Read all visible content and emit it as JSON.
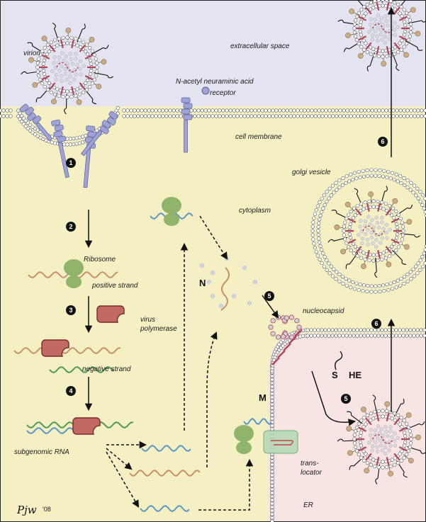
{
  "labels": {
    "virion": "virion",
    "extracellular_space": "extracellular space",
    "n_acetyl": "N-acetyl neuraminic acid",
    "receptor": "receptor",
    "cell_membrane": "cell membrane",
    "golgi_vesicle": "golgi vesicle",
    "cytoplasm": "cytoplasm",
    "ribosome": "Ribosome",
    "positive_strand": "positive strand",
    "virus_polymerase_1": "virus",
    "virus_polymerase_2": "polymerase",
    "negative_strand": "negative strand",
    "subgenomic_rna": "subgenomic RNA",
    "nucleocapsid": "nucleocapsid",
    "n": "N",
    "m": "M",
    "he": "HE",
    "s": "S",
    "translocator_1": "trans-",
    "translocator_2": "locator",
    "er": "ER",
    "signature": "Pjw",
    "signature_year": "'08"
  },
  "steps": [
    "1",
    "2",
    "3",
    "4",
    "5",
    "5",
    "6",
    "6"
  ],
  "colors": {
    "extracellular": "#e3e4f0",
    "cytoplasm": "#f4f0c4",
    "er_lumen": "#f8e4e2",
    "receptor": "#9fa3d6",
    "ribosome": "#8fb46a",
    "polymerase": "#c16a63",
    "rna_positive": "#c98f71",
    "rna_negative": "#4f9a54",
    "rna_blue": "#5d97c4",
    "spike_red": "#b34459",
    "sugar": "#c9ab84",
    "translocator": "#b6d8b6"
  }
}
